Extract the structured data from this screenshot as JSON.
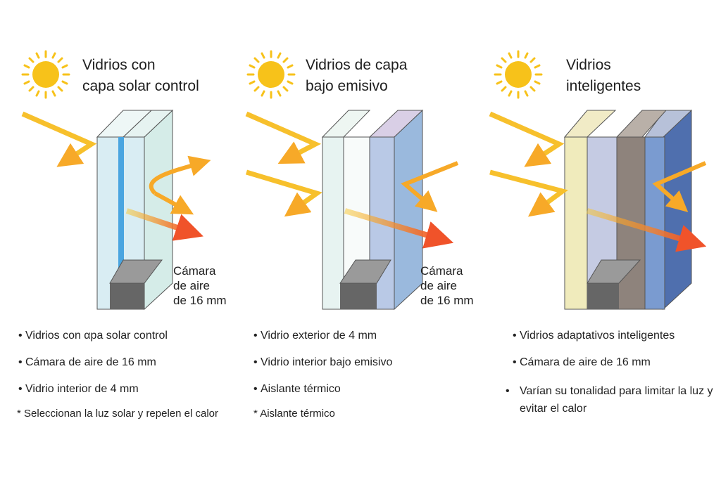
{
  "panels": [
    {
      "title_line1": "Vidrios con",
      "title_line2": "capa solar control",
      "camera_label": [
        "Cámara",
        "de aire",
        "de 16 mm"
      ],
      "bullets": [
        "Vidrios con αpa solar control",
        "Cámara de aire de 16 mm",
        "Vidrio interior de 4 mm"
      ],
      "note": "Seleccionan la luz solar y repelen el calor"
    },
    {
      "title_line1": "Vidrios de capa",
      "title_line2": "bajo emisivo",
      "camera_label": [
        "Cámara",
        "de aire",
        "de 16 mm"
      ],
      "bullets": [
        "Vidrio exterior de 4 mm",
        "Vidrio interior bajo emisivo",
        "Aislante térmico"
      ],
      "note": "Aislante térmico"
    },
    {
      "title_line1": "Vidrios",
      "title_line2": "inteligentes",
      "bullets": [
        "Vidrios adaptativos inteligentes",
        "Cámara de aire de 16 mm",
        "Varían su tonalidad para limitar la luz y evitar el calor"
      ]
    }
  ],
  "bullet_symbol": "•",
  "note_symbol": "*",
  "colors": {
    "sun": "#f7c21a",
    "arrow_yellow": "#f9c22c",
    "arrow_red": "#f0532a",
    "glass": "#bfe3ea",
    "spacer": "#6b6b6b"
  },
  "icons": [
    "sun-icon",
    "arrow-icon",
    "glass-unit-icon"
  ]
}
